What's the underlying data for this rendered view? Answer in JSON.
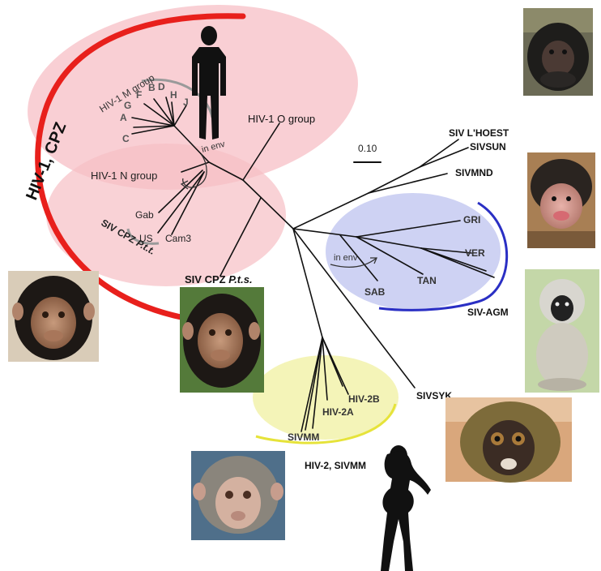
{
  "groups": {
    "hiv1_cpz": "HIV-1, CPZ",
    "m_group": "HIV-1 M group",
    "n_group": "HIV-1 N group",
    "o_group": "HIV-1 O group",
    "siv_cpz_ptt_prefix": "SIV CPZ",
    "siv_cpz_ptt_italic": "P.t.t.",
    "siv_cpz_pts_prefix": "SIV CPZ",
    "siv_cpz_pts_italic": "P.t.s.",
    "siv_agm": "SIV-AGM",
    "hiv2_sivmm": "HIV-2, SIVMM"
  },
  "subtypes": [
    "A",
    "B",
    "C",
    "D",
    "F",
    "G",
    "H",
    "J"
  ],
  "leaves": {
    "gab": "Gab",
    "us": "US",
    "cam3": "Cam3",
    "siv_lhoest": "SIV L'HOEST",
    "sivsun": "SIVSUN",
    "sivmnd": "SIVMND",
    "gri": "GRI",
    "ver": "VER",
    "tan": "TAN",
    "sab": "SAB",
    "sivsyk": "SIVSYK",
    "hiv2b": "HIV-2B",
    "hiv2a": "HIV-2A",
    "sivmm": "SIVMM"
  },
  "annotations": {
    "in_env_left": "in env",
    "in_env_right": "in env",
    "scale": "0.10"
  },
  "colors": {
    "hiv1_arc": "#e8201c",
    "hiv1_fill": "#f7bfc5",
    "agm_arc": "#2a2fc4",
    "agm_fill": "#c9cdf2",
    "hiv2_arc": "#e6e33a",
    "hiv2_fill": "#f3f3b4",
    "branch": "#111111"
  },
  "images": [
    "chimpanzee-photo-left",
    "chimpanzee-photo-center",
    "lhoest-monkey-photo",
    "mandrill-infant-photo",
    "vervet-monkey-photo",
    "sykes-monkey-photo",
    "macaque-photo",
    "man-silhouette",
    "woman-silhouette"
  ]
}
